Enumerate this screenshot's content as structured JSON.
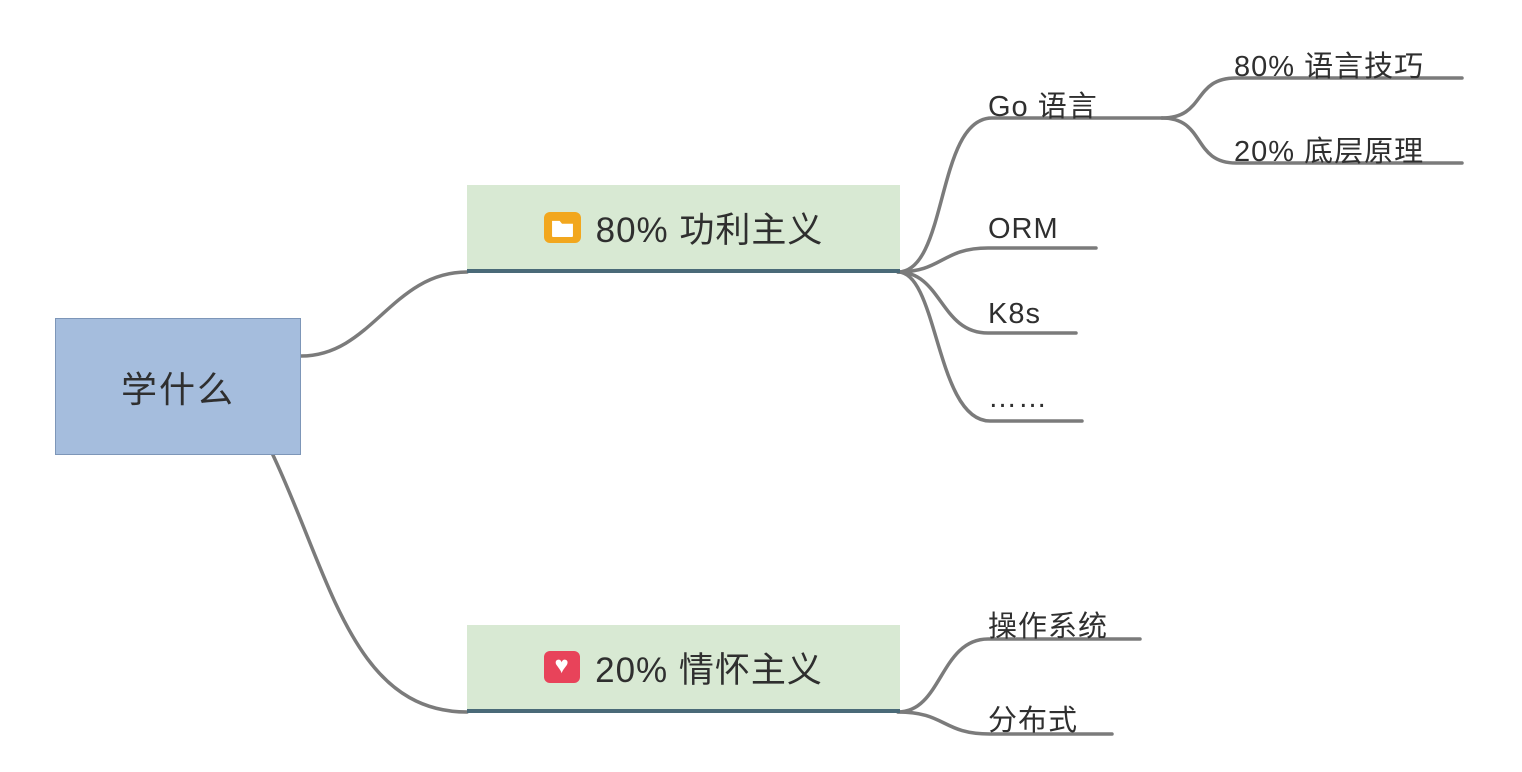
{
  "root": {
    "label": "学什么"
  },
  "branches": [
    {
      "label": "80% 功利主义",
      "icon": "folder-icon",
      "children": [
        {
          "label": "Go 语言",
          "children": [
            {
              "label": "80% 语言技巧"
            },
            {
              "label": "20% 底层原理"
            }
          ]
        },
        {
          "label": "ORM"
        },
        {
          "label": "K8s"
        },
        {
          "label": "……"
        }
      ]
    },
    {
      "label": "20% 情怀主义",
      "icon": "heart-icon",
      "children": [
        {
          "label": "操作系统"
        },
        {
          "label": "分布式"
        }
      ]
    }
  ],
  "icons": {
    "heart_glyph": "♥"
  },
  "colors": {
    "root_fill": "#a5bddd",
    "root_border": "#7d96b8",
    "branch_fill": "#d8e9d3",
    "branch_underline": "#4a6a78",
    "connector": "#7b7b7b",
    "folder_icon": "#f2a71e",
    "heart_icon": "#e8435a",
    "text": "#2f2f2f"
  }
}
